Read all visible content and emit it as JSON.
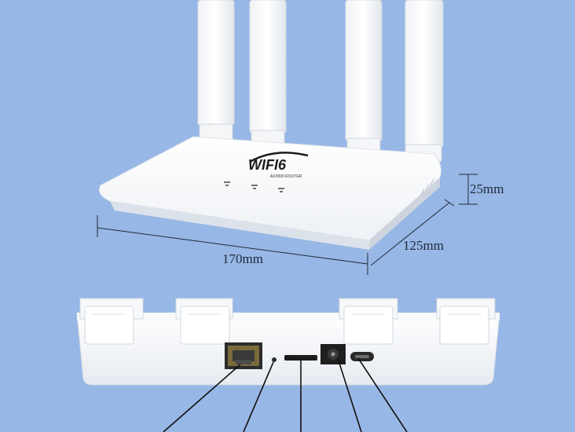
{
  "product": {
    "logo_text": "WIFI6",
    "logo_subtext": "AX3000 ROUTER"
  },
  "dimensions": {
    "height": "25mm",
    "depth": "125mm",
    "width": "170mm"
  },
  "colors": {
    "background": "#97b7e6",
    "device_body": "#ffffff",
    "device_shadow": "#d9dee6",
    "line": "#1f2a3a"
  },
  "ports": [
    {
      "name": "ethernet-port-icon"
    },
    {
      "name": "reset-hole-icon"
    },
    {
      "name": "sd-card-slot-icon"
    },
    {
      "name": "dc-power-jack-icon"
    },
    {
      "name": "usb-c-port-icon"
    }
  ]
}
